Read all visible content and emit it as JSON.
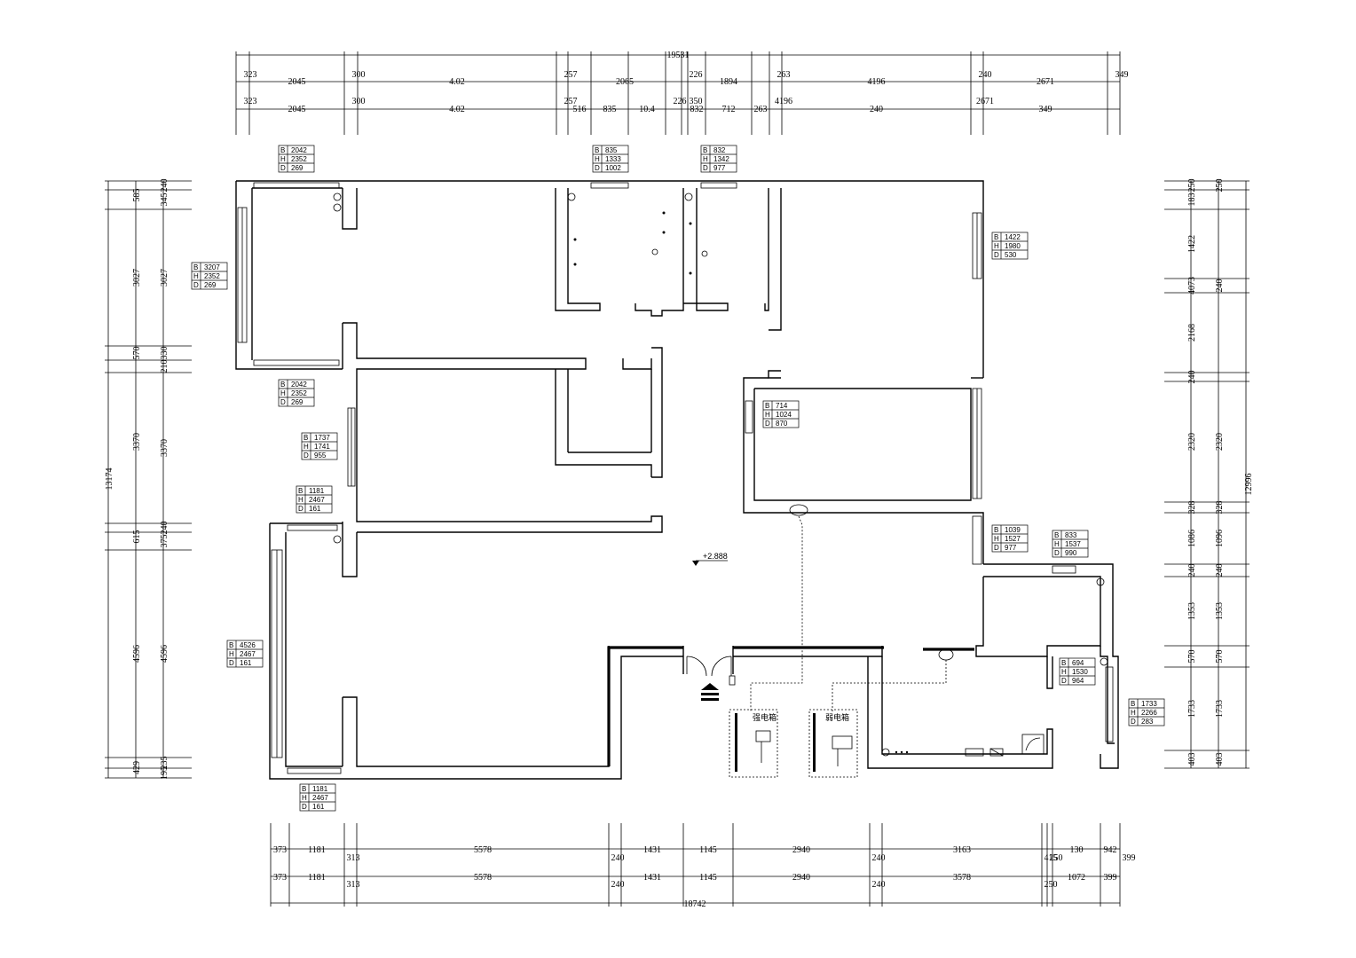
{
  "top_dims": {
    "overall": "19531",
    "row1": [
      "323",
      "2045",
      "300",
      "4.02",
      "257",
      "2065",
      "226",
      "1894",
      "263",
      "4196",
      "240",
      "2671",
      "349"
    ],
    "row2": [
      "323",
      "2045",
      "300",
      "4.02",
      "257",
      "516",
      "835",
      "10.4",
      "226",
      "350",
      "832",
      "712",
      "263",
      "4196",
      "240",
      "2671",
      "349"
    ]
  },
  "bottom_dims": {
    "overall": "18742",
    "row1": [
      "373",
      "1181",
      "313",
      "5578",
      "240",
      "1431",
      "1145",
      "2940",
      "240",
      "3163",
      "415",
      "250",
      "130",
      "942",
      "399"
    ],
    "row2": [
      "373",
      "1181",
      "313",
      "5578",
      "240",
      "1431",
      "1145",
      "2940",
      "240",
      "3578",
      "250",
      "1072",
      "399"
    ]
  },
  "left_dims": {
    "overall": "13174",
    "outer": [
      "585",
      "3027",
      "570",
      "3370",
      "615",
      "4596",
      "429"
    ],
    "inner": [
      "240",
      "345",
      "3027",
      "330",
      "210",
      "3370",
      "240",
      "375",
      "4596",
      "235",
      "195"
    ]
  },
  "right_dims": {
    "overall": "12996",
    "outer": [
      "250",
      "183",
      "1422",
      "4073",
      "2168",
      "240",
      "2320",
      "328",
      "1086",
      "240",
      "1353",
      "570",
      "1733",
      "403"
    ],
    "inner": [
      "250",
      "240",
      "2320",
      "328",
      "1096",
      "240",
      "1353",
      "570",
      "1733",
      "403"
    ]
  },
  "tags": [
    {
      "B": "2042",
      "H": "2352",
      "D": "269"
    },
    {
      "B": "835",
      "H": "1333",
      "D": "1002"
    },
    {
      "B": "832",
      "H": "1342",
      "D": "977"
    },
    {
      "B": "1422",
      "H": "1980",
      "D": "530"
    },
    {
      "B": "3207",
      "H": "2352",
      "D": "269"
    },
    {
      "B": "2042",
      "H": "2352",
      "D": "269"
    },
    {
      "B": "714",
      "H": "1024",
      "D": "870"
    },
    {
      "B": "1737",
      "H": "1741",
      "D": "955"
    },
    {
      "B": "1181",
      "H": "2467",
      "D": "161"
    },
    {
      "B": "1039",
      "H": "1527",
      "D": "977"
    },
    {
      "B": "833",
      "H": "1537",
      "D": "990"
    },
    {
      "B": "4526",
      "H": "2467",
      "D": "161"
    },
    {
      "B": "694",
      "H": "1530",
      "D": "964"
    },
    {
      "B": "1733",
      "H": "2266",
      "D": "283"
    },
    {
      "B": "1181",
      "H": "2467",
      "D": "161"
    }
  ],
  "tag_letters": {
    "b": "B",
    "h": "H",
    "d": "D"
  },
  "level_mark": "+2.888",
  "boxes": {
    "left_label": "强电箱",
    "right_label": "弱电箱"
  }
}
